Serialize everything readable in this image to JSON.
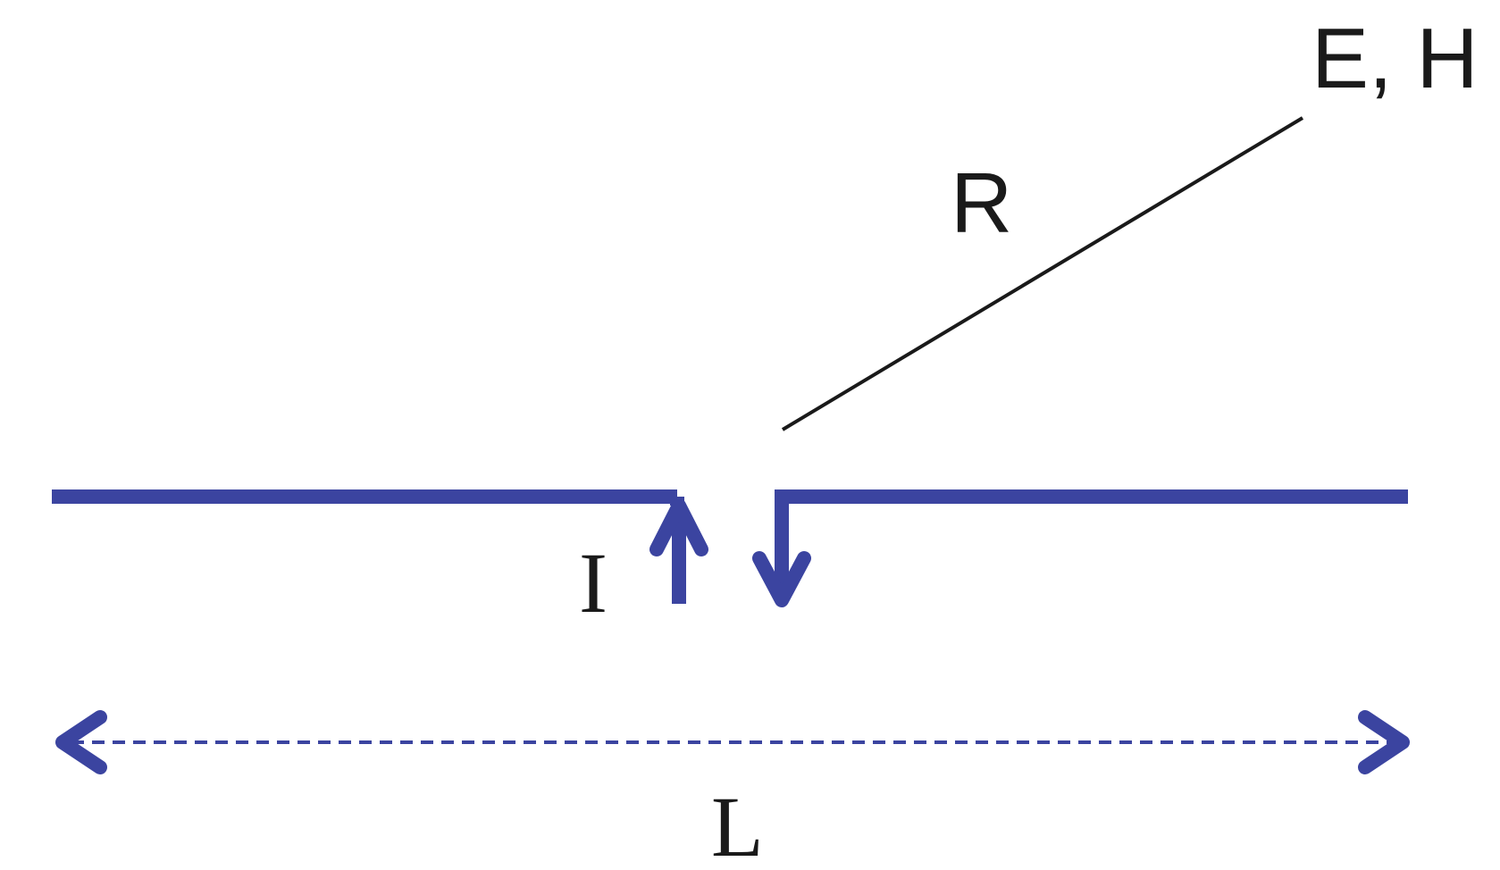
{
  "labels": {
    "field_point": "E, H",
    "distance": "R",
    "current": "I",
    "length": "L"
  },
  "colors": {
    "antenna": "#3b44a0",
    "line": "#1a1a1a",
    "background": "#ffffff"
  }
}
